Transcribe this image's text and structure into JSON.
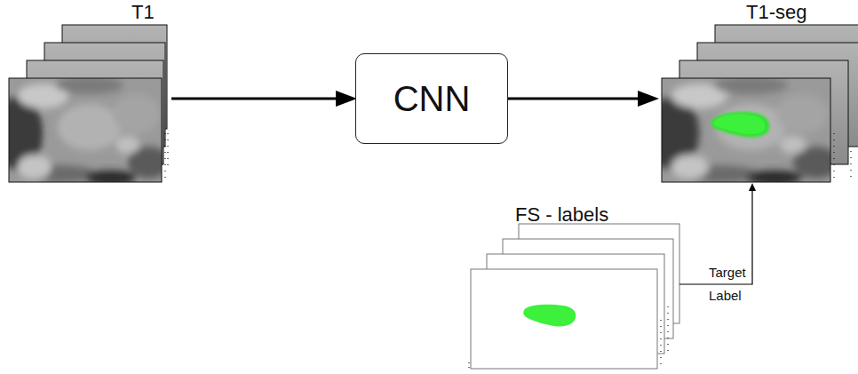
{
  "diagram": {
    "nodes": [
      {
        "text": [
          "T1"
        ]
      },
      {
        "text": [
          "CNN"
        ]
      },
      {
        "text": [
          "T1-seg"
        ]
      },
      {
        "text": [
          "FS - labels"
        ]
      }
    ],
    "edges": [
      {
        "from": 0,
        "to": 1,
        "arrow": "to"
      },
      {
        "from": 1,
        "to": 2,
        "arrow": "to"
      },
      {
        "from": 3,
        "to": 2,
        "label": "Target Label",
        "arrow": "to"
      }
    ]
  }
}
